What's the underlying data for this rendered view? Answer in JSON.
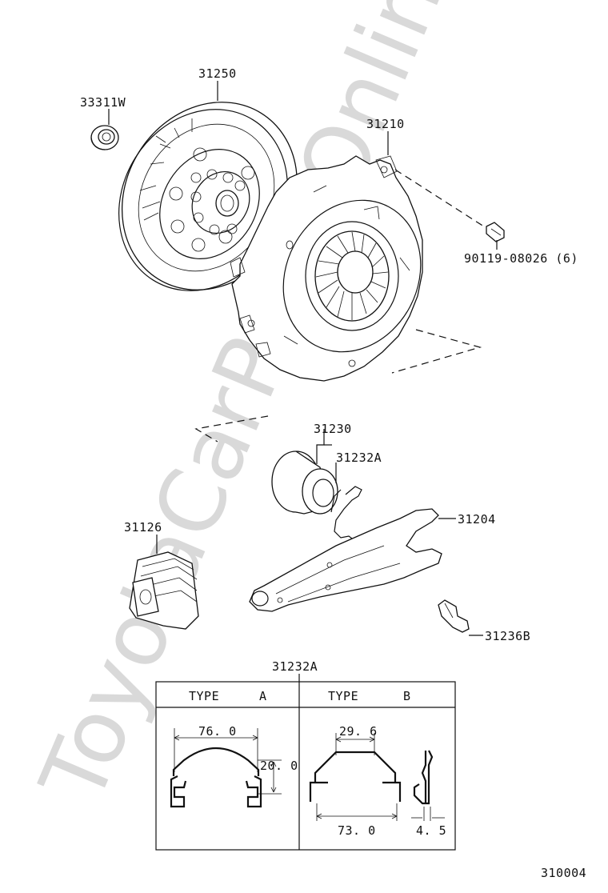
{
  "watermark": "ToyotaCarPartsOnline.ru",
  "parts": {
    "release_bearing_pilot": "33311W",
    "clutch_disc": "31250",
    "clutch_cover": "31210",
    "bolt": "90119-08026 (6)",
    "release_bearing_hub": "31230",
    "hub_clip": "31232A",
    "release_fork": "31204",
    "fork_boot": "31126",
    "fork_support": "31236B"
  },
  "detail": {
    "title": "31232A",
    "type_a": {
      "type_label": "TYPE",
      "variant": "A",
      "width": "76. 0",
      "height": "20. 0"
    },
    "type_b": {
      "type_label": "TYPE",
      "variant": "B",
      "top_width": "29. 6",
      "bottom_width": "73. 0",
      "thickness": "4. 5"
    }
  },
  "diagram_code": "310004"
}
